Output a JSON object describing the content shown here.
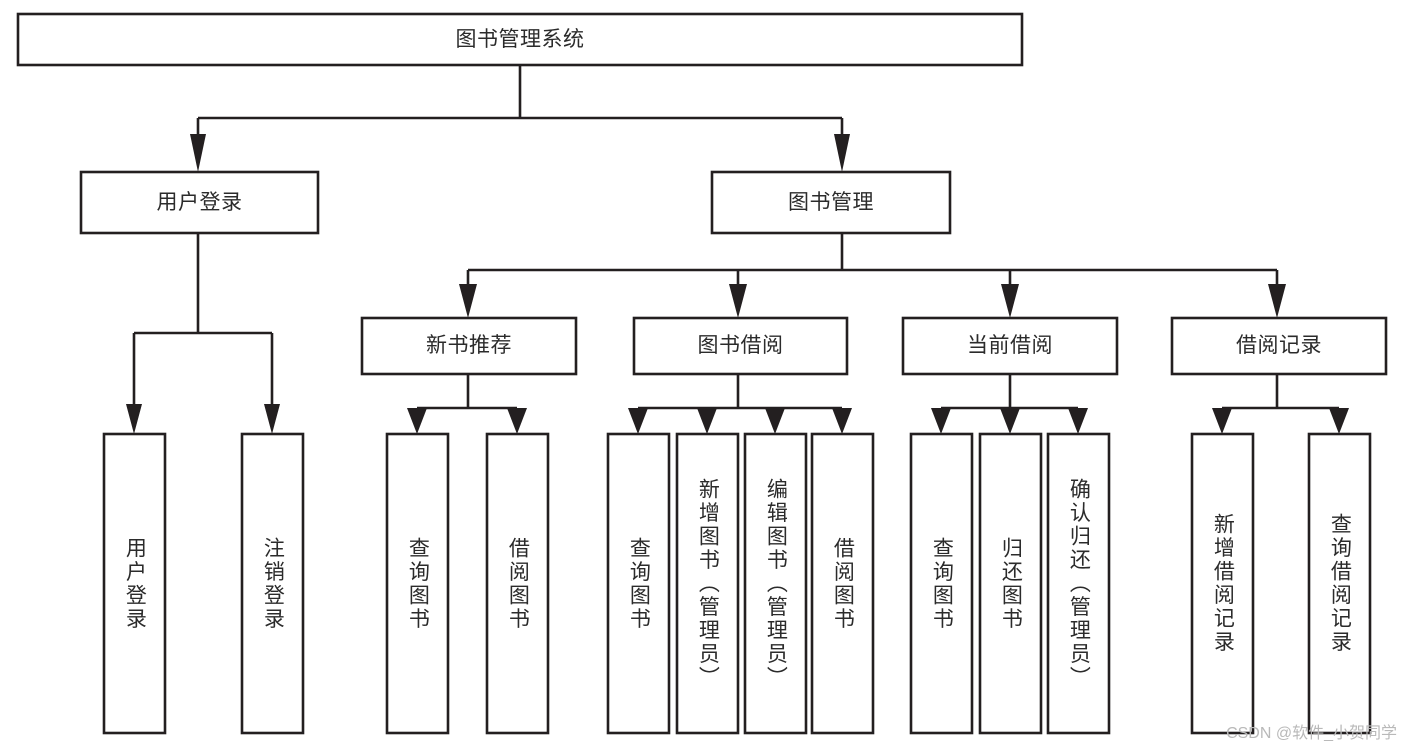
{
  "diagram": {
    "title": "图书管理系统",
    "type": "tree-hierarchy",
    "colors": {
      "stroke": "#231f20",
      "fill": "#ffffff",
      "text": "#2b2b2b",
      "watermark": "#b9b9b9",
      "background": "#ffffff"
    },
    "root": {
      "id": "root",
      "label": "图书管理系统"
    },
    "level2": [
      {
        "id": "user-login",
        "label": "用户登录"
      },
      {
        "id": "book-manage",
        "label": "图书管理"
      }
    ],
    "level3": [
      {
        "id": "new-book-recommend",
        "label": "新书推荐",
        "parent": "book-manage"
      },
      {
        "id": "book-borrow",
        "label": "图书借阅",
        "parent": "book-manage"
      },
      {
        "id": "current-borrow",
        "label": "当前借阅",
        "parent": "book-manage"
      },
      {
        "id": "borrow-record",
        "label": "借阅记录",
        "parent": "book-manage"
      }
    ],
    "leaves": [
      {
        "id": "leaf-user-login",
        "label": "用户登录",
        "parent": "user-login"
      },
      {
        "id": "leaf-user-logout",
        "label": "注销登录",
        "parent": "user-login"
      },
      {
        "id": "leaf-query-book-1",
        "label": "查询图书",
        "parent": "new-book-recommend"
      },
      {
        "id": "leaf-borrow-book-1",
        "label": "借阅图书",
        "parent": "new-book-recommend"
      },
      {
        "id": "leaf-query-book-2",
        "label": "查询图书",
        "parent": "book-borrow"
      },
      {
        "id": "leaf-add-book",
        "label": "新增图书（管理员）",
        "parent": "book-borrow"
      },
      {
        "id": "leaf-edit-book",
        "label": "编辑图书（管理员）",
        "parent": "book-borrow"
      },
      {
        "id": "leaf-borrow-book-2",
        "label": "借阅图书",
        "parent": "book-borrow"
      },
      {
        "id": "leaf-query-book-3",
        "label": "查询图书",
        "parent": "current-borrow"
      },
      {
        "id": "leaf-return-book",
        "label": "归还图书",
        "parent": "current-borrow"
      },
      {
        "id": "leaf-confirm-return",
        "label": "确认归还（管理员）",
        "parent": "current-borrow"
      },
      {
        "id": "leaf-add-record",
        "label": "新增借阅记录",
        "parent": "borrow-record"
      },
      {
        "id": "leaf-query-record",
        "label": "查询借阅记录",
        "parent": "borrow-record"
      }
    ],
    "watermark": "CSDN @软件_小贺同学"
  }
}
